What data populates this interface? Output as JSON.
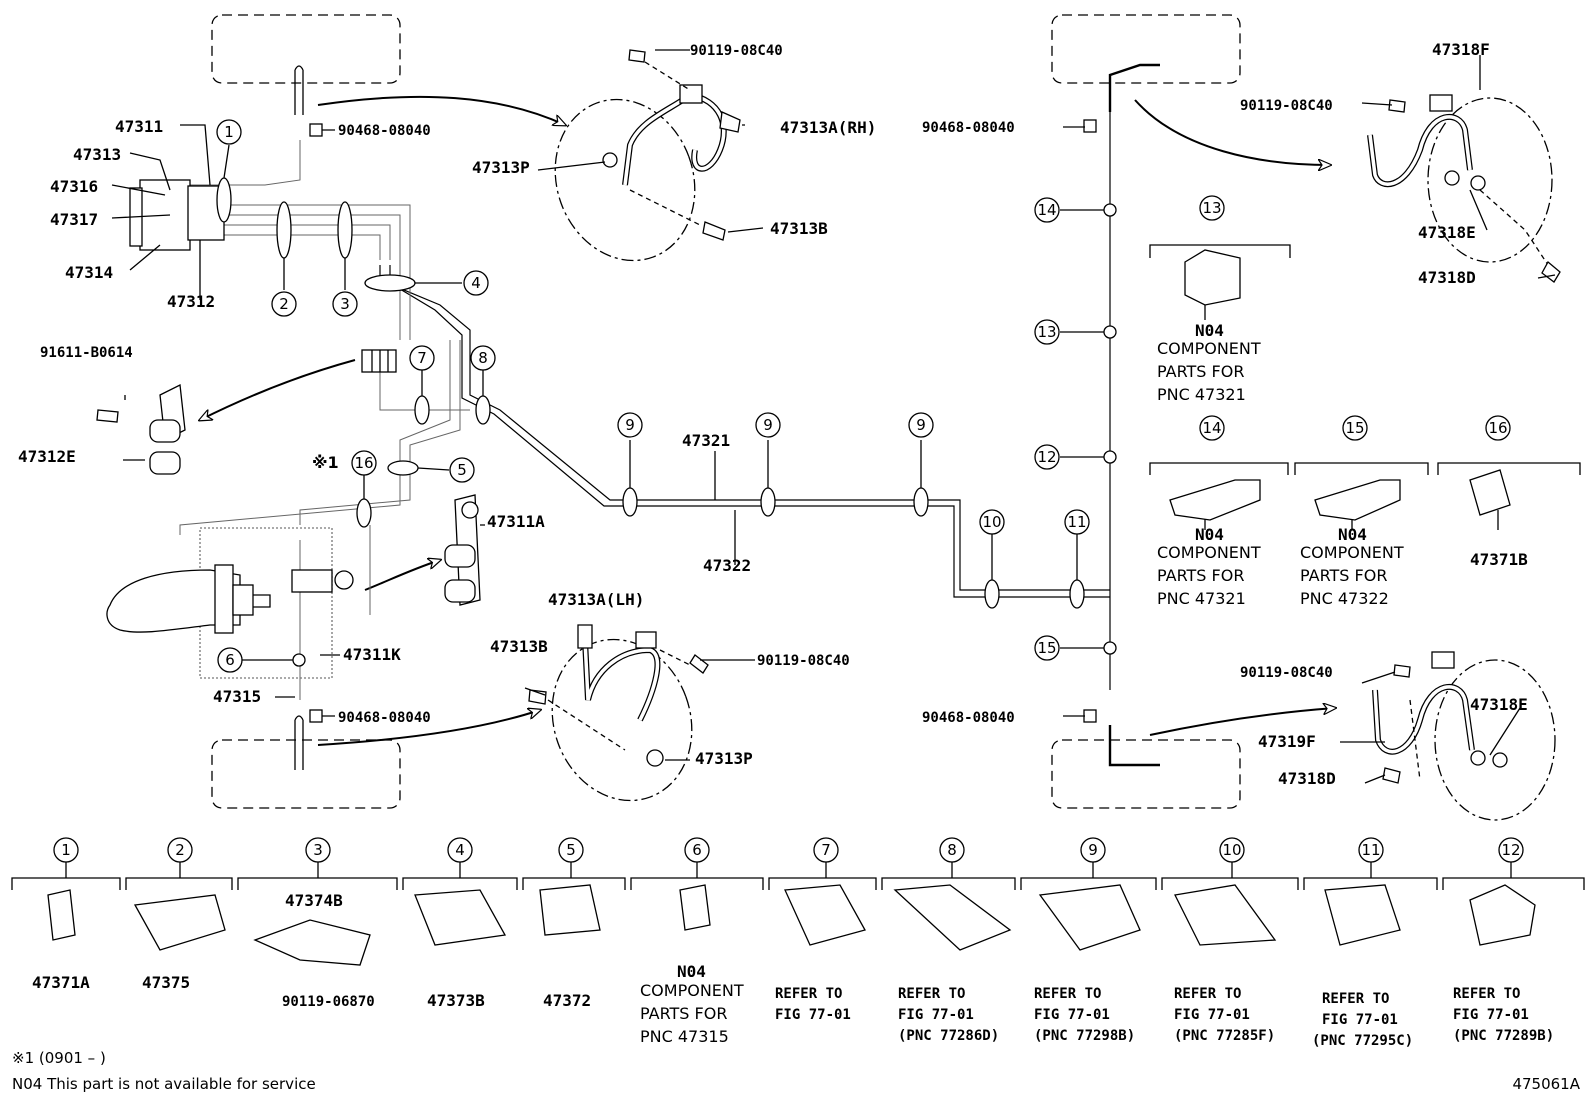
{
  "part_numbers": {
    "p47311": "47311",
    "p47313": "47313",
    "p47316": "47316",
    "p47317": "47317",
    "p47314": "47314",
    "p47312": "47312",
    "p90468_a": "90468-08040",
    "p90119_a": "90119-08C40",
    "p47313A_rh": "47313A(RH)",
    "p47313P_a": "47313P",
    "p47313B_a": "47313B",
    "p91611": "91611-B0614",
    "p47312E": "47312E",
    "p47311A": "47311A",
    "p47321": "47321",
    "p47322": "47322",
    "p47311K": "47311K",
    "p47315": "47315",
    "p90468_b": "90468-08040",
    "p47313A_lh": "47313A(LH)",
    "p47313B_b": "47313B",
    "p90119_b": "90119-08C40",
    "p47313P_b": "47313P",
    "p90468_c": "90468-08040",
    "p90468_d": "90468-08040",
    "p47318F": "47318F",
    "p90119_c": "90119-08C40",
    "p47318E_a": "47318E",
    "p47318D_a": "47318D",
    "p90119_d": "90119-08C40",
    "p47318E_b": "47318E",
    "p47319F": "47319F",
    "p47318D_b": "47318D",
    "p47371B": "47371B",
    "mark1": "※1"
  },
  "callouts": {
    "c1": "1",
    "c2": "2",
    "c3": "3",
    "c4": "4",
    "c5": "5",
    "c6": "6",
    "c7": "7",
    "c8": "8",
    "c9a": "9",
    "c9b": "9",
    "c9c": "9",
    "c10": "10",
    "c11": "11",
    "c12": "12",
    "c13": "13",
    "c14": "14",
    "c15": "15",
    "c16": "16",
    "r13": "13",
    "r14": "14",
    "r15": "15",
    "r16": "16"
  },
  "right_boxes": {
    "n04_13": [
      "N04",
      "COMPONENT",
      "PARTS FOR",
      "PNC 47321"
    ],
    "n04_14": [
      "N04",
      "COMPONENT",
      "PARTS FOR",
      "PNC 47321"
    ],
    "n04_15": [
      "N04",
      "COMPONENT",
      "PARTS FOR",
      "PNC 47322"
    ]
  },
  "bottom_row": [
    {
      "num": "1",
      "lines": [
        "47371A"
      ]
    },
    {
      "num": "2",
      "lines": [
        "47375"
      ]
    },
    {
      "num": "3",
      "lines": [
        "47374B",
        "90119-06870"
      ]
    },
    {
      "num": "4",
      "lines": [
        "47373B"
      ]
    },
    {
      "num": "5",
      "lines": [
        "47372"
      ]
    },
    {
      "num": "6",
      "lines": [
        "N04",
        "COMPONENT",
        "PARTS FOR",
        "PNC 47315"
      ]
    },
    {
      "num": "7",
      "lines": [
        "REFER TO",
        "FIG 77-01"
      ]
    },
    {
      "num": "8",
      "lines": [
        "REFER TO",
        "FIG 77-01",
        "(PNC 77286D)"
      ]
    },
    {
      "num": "9",
      "lines": [
        "REFER TO",
        "FIG 77-01",
        "(PNC 77298B)"
      ]
    },
    {
      "num": "10",
      "lines": [
        "REFER TO",
        "FIG 77-01",
        "(PNC 77285F)"
      ]
    },
    {
      "num": "11",
      "lines": [
        "REFER TO",
        "FIG 77-01",
        "(PNC 77295C)"
      ]
    },
    {
      "num": "12",
      "lines": [
        "REFER TO",
        "FIG 77-01",
        "(PNC 77289B)"
      ]
    }
  ],
  "footer": {
    "note1": "※1 (0901 –        )",
    "note2": "N04 This part is not available for service",
    "fig_id": "475061A"
  }
}
